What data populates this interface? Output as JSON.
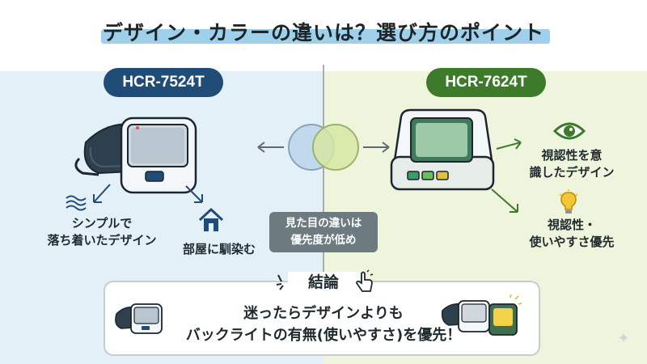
{
  "header": {
    "title": "デザイン・カラーの違いは？選び方のポイント"
  },
  "left": {
    "model": "HCR-7524T",
    "caption_simple": "シンプルで\n落ち着いたデザイン",
    "caption_room": "部屋に馴染む"
  },
  "right": {
    "model": "HCR-7624T",
    "caption_visibility_design": "視認性を意\n識したデザイン",
    "caption_usability": "視認性・\n使いやすさ優先"
  },
  "center": {
    "note": "見た目の違いは\n優先度が低め"
  },
  "conclusion": {
    "title": "結論",
    "body": "迷ったらデザインよりも\nバックライトの有無(使いやすさ)を優先！"
  },
  "colors": {
    "left_bg": "#e3f0f8",
    "right_bg": "#eef5dc",
    "left_accent": "#1f4d78",
    "right_accent": "#3d7a2a",
    "title_highlight": "#9ed0ec",
    "note_box": "#6d7a80"
  },
  "icons": [
    "wave-icon",
    "house-icon",
    "eye-icon",
    "lightbulb-icon",
    "sparkle-icon",
    "hand-pointer-icon",
    "venn-circles-icon"
  ]
}
